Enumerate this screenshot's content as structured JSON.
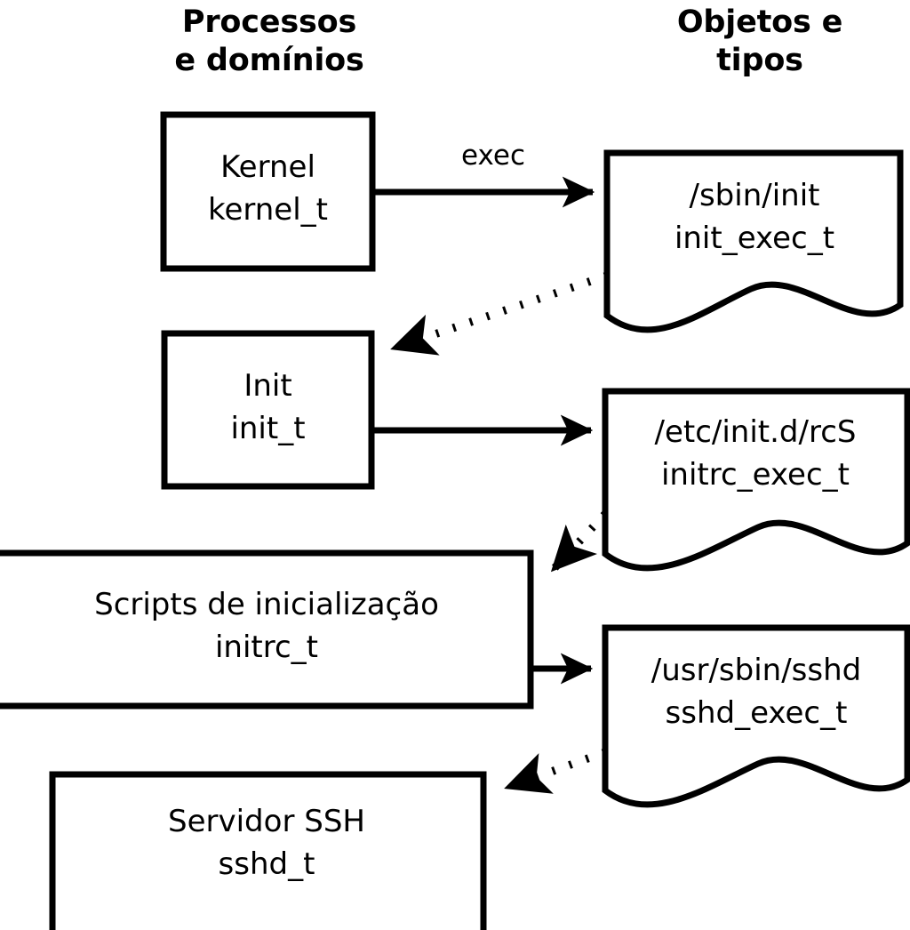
{
  "diagram": {
    "title": "Processos e dominios / Objetos e tipos",
    "colors": {
      "stroke": "#000000",
      "fill": "#ffffff",
      "background": "#ffffff"
    },
    "headers": {
      "left": "Processos\ne domínios",
      "right": "Objetos e\ntipos"
    },
    "process_nodes": [
      {
        "id": "kernel",
        "name": "Kernel",
        "type": "kernel_t",
        "label": "Kernel\nkernel_t"
      },
      {
        "id": "init",
        "name": "Init",
        "type": "init_t",
        "label": "Init\ninit_t"
      },
      {
        "id": "initrc",
        "name": "Scripts de inicialização",
        "type": "initrc_t",
        "label": "Scripts de inicialização\ninitrc_t"
      },
      {
        "id": "sshd",
        "name": "Servidor SSH",
        "type": "sshd_t",
        "label": "Servidor SSH\nsshd_t"
      }
    ],
    "object_nodes": [
      {
        "id": "initexec",
        "path": "/sbin/init",
        "type": "init_exec_t",
        "label": "/sbin/init\ninit_exec_t"
      },
      {
        "id": "initrcexec",
        "path": "/etc/init.d/rcS",
        "type": "initrc_exec_t",
        "label": "/etc/init.d/rcS\ninitrc_exec_t"
      },
      {
        "id": "sshdexec",
        "path": "/usr/sbin/sshd",
        "type": "sshd_exec_t",
        "label": "/usr/sbin/sshd\nsshd_exec_t"
      }
    ],
    "edges": [
      {
        "id": "e1",
        "from": "kernel",
        "to": "initexec",
        "label": "exec",
        "style": "solid"
      },
      {
        "id": "e2",
        "from": "initexec",
        "to": "init",
        "label": "",
        "style": "dotted"
      },
      {
        "id": "e3",
        "from": "init",
        "to": "initrcexec",
        "label": "",
        "style": "solid"
      },
      {
        "id": "e4",
        "from": "initrcexec",
        "to": "initrc",
        "label": "",
        "style": "dotted"
      },
      {
        "id": "e5",
        "from": "initrc",
        "to": "sshdexec",
        "label": "",
        "style": "solid"
      },
      {
        "id": "e6",
        "from": "sshdexec",
        "to": "sshd",
        "label": "",
        "style": "dotted"
      }
    ],
    "edge_labels": {
      "exec": "exec"
    }
  }
}
